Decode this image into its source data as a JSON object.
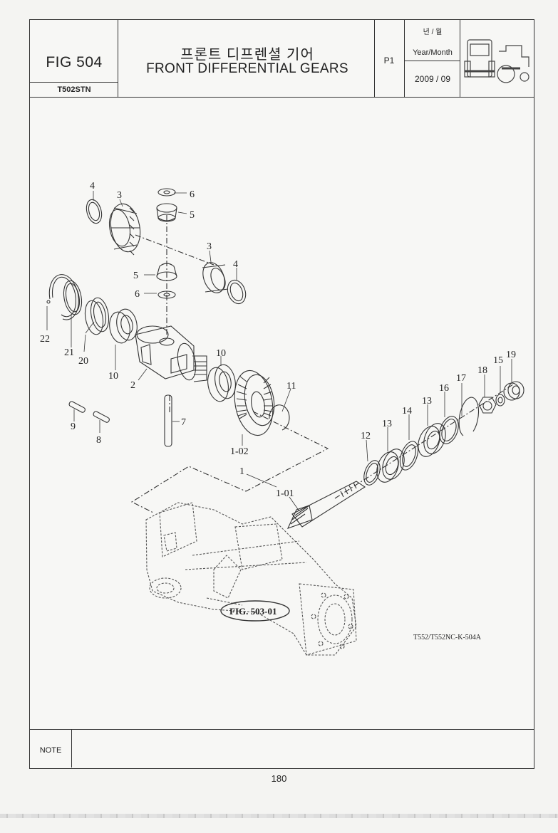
{
  "header": {
    "fig_number": "FIG 504",
    "model": "T502STN",
    "title_korean": "프론트 디프렌셜 기어",
    "title_english": "FRONT DIFFERENTIAL GEARS",
    "page": "P1",
    "year_month_korean": "년 / 월",
    "year_month_english": "Year/Month",
    "date": "2009 / 09",
    "tractor_icon": "tractor-front-axle-icon"
  },
  "diagram": {
    "reference_code": "T552/T552NC-K-504A",
    "figure_reference": "FIG. 503-01",
    "callouts": [
      "4",
      "3",
      "6",
      "5",
      "3",
      "4",
      "5",
      "6",
      "22",
      "21",
      "20",
      "10",
      "2",
      "10",
      "11",
      "9",
      "8",
      "7",
      "1-02",
      "1",
      "1-01",
      "12",
      "13",
      "13",
      "14",
      "16",
      "17",
      "18",
      "15",
      "19"
    ]
  },
  "note": {
    "label": "NOTE",
    "text": ""
  },
  "footer": {
    "page_number": "180"
  }
}
